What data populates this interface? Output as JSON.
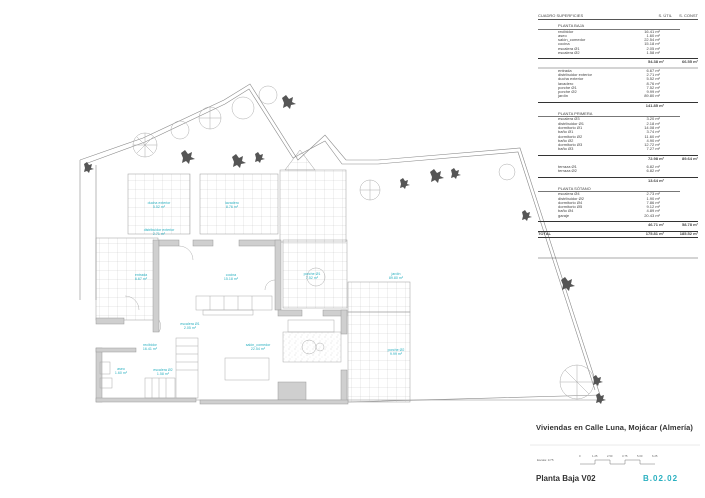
{
  "surface_table": {
    "title": "CUADRO SUPERFICIES",
    "col_useful": "S. ÚTIL",
    "col_built": "S. CONST",
    "sections": [
      {
        "name": "PLANTA BAJA",
        "rows": [
          {
            "name": "recibidor",
            "value": "16.41 m²"
          },
          {
            "name": "aseo",
            "value": "1.60 m²"
          },
          {
            "name": "salón_comedor",
            "value": "22.54 m²"
          },
          {
            "name": "cocina",
            "value": "15.18 m²"
          },
          {
            "name": "escalera Ø1",
            "value": "2.05 m²"
          },
          {
            "name": "escalera Ø2",
            "value": "1.58 m²"
          }
        ],
        "subtotal_useful": "54.38 m²",
        "subtotal_built": "66.55 m²"
      },
      {
        "name": "",
        "rows": [
          {
            "name": "entrada",
            "value": "6.67 m²"
          },
          {
            "name": "distribuidor exterior",
            "value": "2.71 m²"
          },
          {
            "name": "ducha exterior",
            "value": "5.52 m²"
          },
          {
            "name": "lavadero",
            "value": "8.76 m²"
          },
          {
            "name": "porche Ø1",
            "value": "7.52 m²"
          },
          {
            "name": "porche Ø2",
            "value": "9.99 m²"
          },
          {
            "name": "jardín",
            "value": "89.80 m²"
          }
        ],
        "subtotal_useful": "141.85 m²",
        "subtotal_built": ""
      },
      {
        "name": "PLANTA PRIMERA",
        "rows": [
          {
            "name": "escalera Ø3",
            "value": "3.20 m²"
          },
          {
            "name": "distribuidor Ø1",
            "value": "2.18 m²"
          },
          {
            "name": "dormitorio Ø1",
            "value": "14.08 m²"
          },
          {
            "name": "baño Ø1",
            "value": "3.74 m²"
          },
          {
            "name": "dormitorio Ø2",
            "value": "11.60 m²"
          },
          {
            "name": "baño Ø2",
            "value": "4.90 m²"
          },
          {
            "name": "dormitorio Ø3",
            "value": "12.72 m²"
          },
          {
            "name": "baño Ø3",
            "value": "7.27 m²"
          }
        ],
        "subtotal_useful": "72.98 m²",
        "subtotal_built": "89.64 m²"
      },
      {
        "name": "",
        "rows": [
          {
            "name": "terraza Ø1",
            "value": "6.82 m²"
          },
          {
            "name": "terraza Ø2",
            "value": "6.82 m²"
          }
        ],
        "subtotal_useful": "13.64 m²",
        "subtotal_built": ""
      },
      {
        "name": "PLANTA SÓTANO",
        "rows": [
          {
            "name": "escalera Ø4",
            "value": "2.73 m²"
          },
          {
            "name": "distribuidor Ø2",
            "value": "1.90 m²"
          },
          {
            "name": "dormitorio Ø4",
            "value": "7.86 m²"
          },
          {
            "name": "dormitorio Ø5",
            "value": "9.12 m²"
          },
          {
            "name": "baño Ø4",
            "value": "4.89 m²"
          },
          {
            "name": "garaje",
            "value": "20.43 m²"
          }
        ],
        "subtotal_useful": "46.71 m²",
        "subtotal_built": "58.78 m²"
      }
    ],
    "total_label": "TOTAL",
    "total_useful": "175.81 m²",
    "total_built": "185.52 m²"
  },
  "rooms": [
    {
      "name": "ducha exterior",
      "area": "5.52 m²"
    },
    {
      "name": "lavadero",
      "area": "8.76 m²"
    },
    {
      "name": "distribuidor exterior",
      "area": "2.71 m²"
    },
    {
      "name": "entrada",
      "area": "6.67 m²"
    },
    {
      "name": "cocina",
      "area": "15.18 m²"
    },
    {
      "name": "porche Ø1",
      "area": "7.52 m²"
    },
    {
      "name": "jardín",
      "area": "89.80 m²"
    },
    {
      "name": "escalera Ø1",
      "area": "2.05 m²"
    },
    {
      "name": "recibidor",
      "area": "16.41 m²"
    },
    {
      "name": "salón_comedor",
      "area": "22.54 m²"
    },
    {
      "name": "aseo",
      "area": "1.60 m²"
    },
    {
      "name": "escalera Ø2",
      "area": "1.58 m²"
    },
    {
      "name": "porche Ø2",
      "area": "9.99 m²"
    }
  ],
  "title_block": {
    "project": "Viviendas en Calle Luna, Mojácar (Almería)",
    "scale_label": "Escala: 1/75",
    "scale_ticks": [
      "0",
      "1.25",
      "2.50",
      "3.75",
      "5.00",
      "6.25"
    ],
    "sheet_title": "Planta Baja V02",
    "sheet_code": "B.02.02"
  },
  "colors": {
    "label": "#2ab0c0",
    "wall": "#cfcfcf",
    "line": "#888888",
    "plant_dark": "#555555"
  }
}
